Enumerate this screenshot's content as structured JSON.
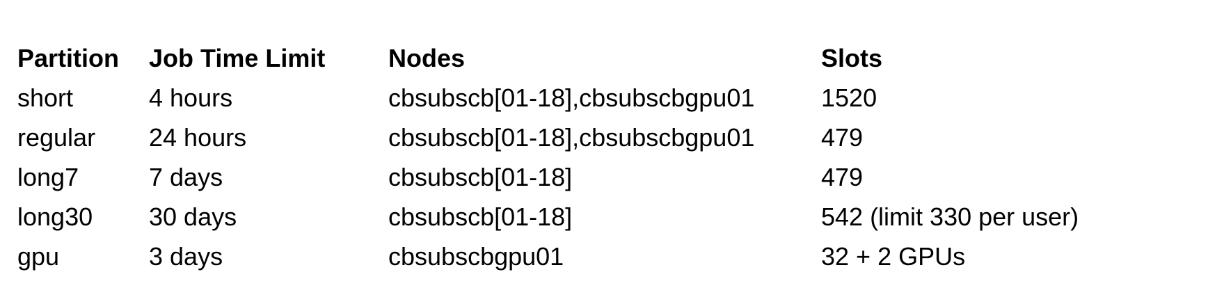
{
  "table": {
    "headers": {
      "partition": "Partition",
      "time_limit": "Job Time Limit",
      "nodes": "Nodes",
      "slots": "Slots"
    },
    "rows": [
      {
        "partition": "short",
        "time_limit": "4 hours",
        "nodes": "cbsubscb[01-18],cbsubscbgpu01",
        "slots": "1520"
      },
      {
        "partition": "regular",
        "time_limit": "24 hours",
        "nodes": "cbsubscb[01-18],cbsubscbgpu01",
        "slots": "479"
      },
      {
        "partition": "long7",
        "time_limit": "7 days",
        "nodes": "cbsubscb[01-18]",
        "slots": "479"
      },
      {
        "partition": "long30",
        "time_limit": "30 days",
        "nodes": "cbsubscb[01-18]",
        "slots": "542 (limit 330 per user)"
      },
      {
        "partition": "gpu",
        "time_limit": "3 days",
        "nodes": "cbsubscbgpu01",
        "slots": "32 + 2 GPUs"
      }
    ]
  }
}
